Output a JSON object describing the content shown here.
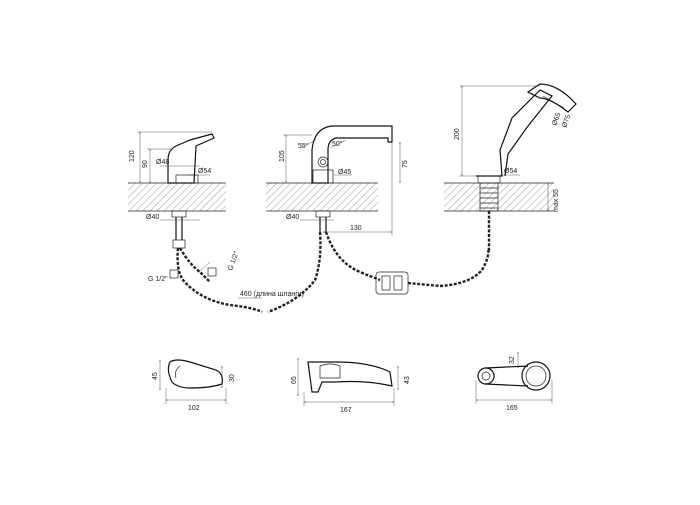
{
  "labels": {
    "mixer_h120": "120",
    "mixer_h90": "90",
    "mixer_d48": "Ø48",
    "mixer_d54": "Ø54",
    "mixer_d40": "Ø40",
    "mixer_g_left": "G 1/2\"",
    "mixer_g_right": "G 1/2\"",
    "hose_length": "460 (длина шланги)",
    "spout_h105": "105",
    "spout_ang55": "55°",
    "spout_ang50": "50°",
    "spout_d45": "Ø45",
    "spout_h75": "75",
    "spout_d40": "Ø40",
    "spout_130": "130",
    "shower_h200": "200",
    "shower_d65": "Ø65",
    "shower_d75": "Ø75",
    "shower_d54": "Ø54",
    "shower_max55": "max 55",
    "plan1_45": "45",
    "plan1_30": "30",
    "plan1_102": "102",
    "plan2_65": "65",
    "plan2_43": "43",
    "plan2_167": "167",
    "plan3_32": "32",
    "plan3_165": "165"
  }
}
